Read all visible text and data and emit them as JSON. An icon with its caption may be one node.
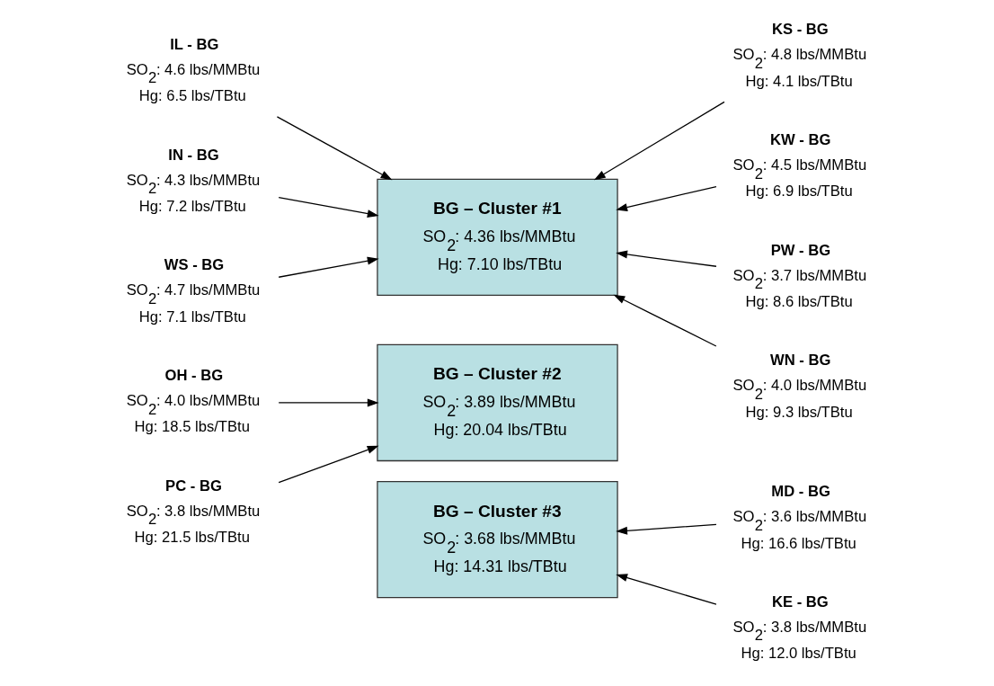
{
  "diagram": {
    "nodes": [
      {
        "text": [
          "IL - BG",
          "SO$_{2}$: 4.6 lbs/MMBtu",
          "Hg: 6.5 lbs/TBtu"
        ]
      },
      {
        "text": [
          "IN - BG",
          "SO$_{2}$: 4.3 lbs/MMBtu",
          "Hg: 7.2 lbs/TBtu"
        ]
      },
      {
        "text": [
          "KS - BG",
          "SO$_{2}$: 4.8 lbs/MMBtu",
          "Hg: 4.1 lbs/TBtu"
        ]
      },
      {
        "text": [
          "KW - BG",
          "SO$_{2}$: 4.5 lbs/MMBtu",
          "Hg: 6.9 lbs/TBtu"
        ]
      },
      {
        "text": [
          "WS - BG",
          "SO$_{2}$: 4.7 lbs/MMBtu",
          "Hg: 7.1 lbs/TBtu"
        ]
      },
      {
        "text": [
          "BG – Cluster #1",
          "SO$_{2}$: 4.36 lbs/MMBtu",
          "Hg: 7.10 lbs/TBtu"
        ]
      },
      {
        "text": [
          "PW - BG",
          "SO$_{2}$: 3.7 lbs/MMBtu",
          "Hg: 8.6 lbs/TBtu"
        ]
      },
      {
        "text": [
          "WN - BG",
          "SO$_{2}$: 4.0 lbs/MMBtu",
          "Hg: 9.3 lbs/TBtu"
        ]
      },
      {
        "text": [
          "BG – Cluster #2",
          "SO$_{2}$: 3.89 lbs/MMBtu",
          "Hg: 20.04 lbs/TBtu"
        ]
      },
      {
        "text": [
          "OH - BG",
          "SO$_{2}$: 4.0 lbs/MMBtu",
          "Hg: 18.5 lbs/TBtu"
        ]
      },
      {
        "text": [
          "PC - BG",
          "SO$_{2}$: 3.8 lbs/MMBtu",
          "Hg: 21.5 lbs/TBtu"
        ]
      },
      {
        "text": [
          "BG – Cluster #3",
          "SO$_{2}$: 3.68 lbs/MMBtu",
          "Hg: 14.31 lbs/TBtu"
        ]
      },
      {
        "text": [
          "MD - BG",
          "SO$_{2}$: 3.6 lbs/MMBtu",
          "Hg: 16.6 lbs/TBtu"
        ]
      },
      {
        "text": [
          "KE - BG",
          "SO$_{2}$: 3.8 lbs/MMBtu",
          "Hg: 12.0 lbs/TBtu"
        ]
      }
    ],
    "edges": [
      {
        "from": 0,
        "to": 5,
        "arrow": "to"
      },
      {
        "from": 1,
        "to": 5,
        "arrow": "to"
      },
      {
        "from": 2,
        "to": 5,
        "arrow": "to"
      },
      {
        "from": 3,
        "to": 5,
        "arrow": "to"
      },
      {
        "from": 4,
        "to": 5,
        "arrow": "to"
      },
      {
        "from": 6,
        "to": 5,
        "arrow": "to"
      },
      {
        "from": 7,
        "to": 5,
        "arrow": "to"
      },
      {
        "from": 9,
        "to": 8,
        "arrow": "to"
      },
      {
        "from": 10,
        "to": 8,
        "arrow": "to"
      },
      {
        "from": 12,
        "to": 11,
        "arrow": "to"
      },
      {
        "from": 13,
        "to": 11,
        "arrow": "to"
      }
    ]
  }
}
